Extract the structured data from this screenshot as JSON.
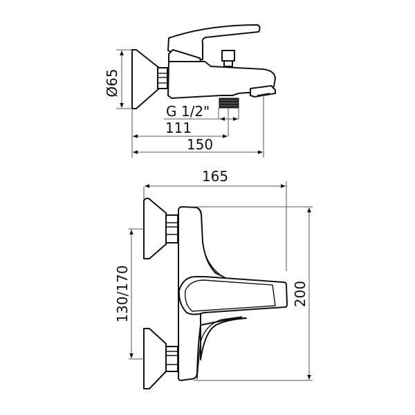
{
  "drawing": {
    "subject": "Wall-mounted bath mixer dimension drawing",
    "side_view": {
      "dimensions": {
        "diameter": "Ø65",
        "thread": "G 1/2\"",
        "spout_outlet": "111",
        "overall_depth": "150"
      }
    },
    "front_view": {
      "dimensions": {
        "overall_width": "165",
        "overall_height": "200",
        "inlet_spacing": "130/170"
      }
    },
    "colors": {
      "outline": "#111111",
      "dimension_line": "#555555",
      "background": "#ffffff"
    }
  }
}
